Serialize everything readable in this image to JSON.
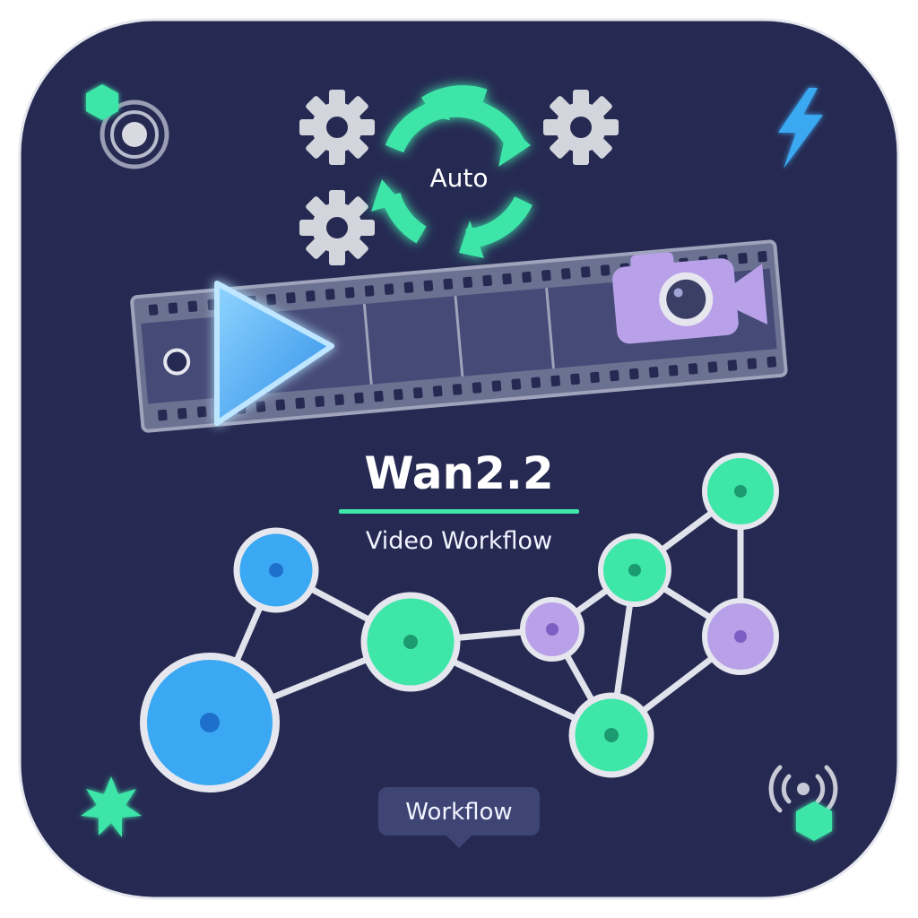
{
  "badge": {
    "auto_label": "Auto"
  },
  "branding": {
    "title": "Wan2.2",
    "subtitle": "Video Workflow"
  },
  "tooltip": {
    "label": "Workflow"
  },
  "icons": {
    "gear": "gear-icon",
    "refresh": "refresh-cycle-icon",
    "play": "play-icon",
    "camera": "video-camera-icon",
    "lightning": "lightning-icon",
    "hexagon": "hexagon-icon",
    "target": "target-icon",
    "sparkle": "sparkle-icon",
    "signal": "signal-waves-icon"
  },
  "colors": {
    "background": "#262a52",
    "accent_green": "#3ee6a8",
    "accent_blue": "#3aa8f2",
    "accent_purple": "#b9a1ea",
    "film": "#6b7191",
    "gear": "#d3d5dc"
  }
}
